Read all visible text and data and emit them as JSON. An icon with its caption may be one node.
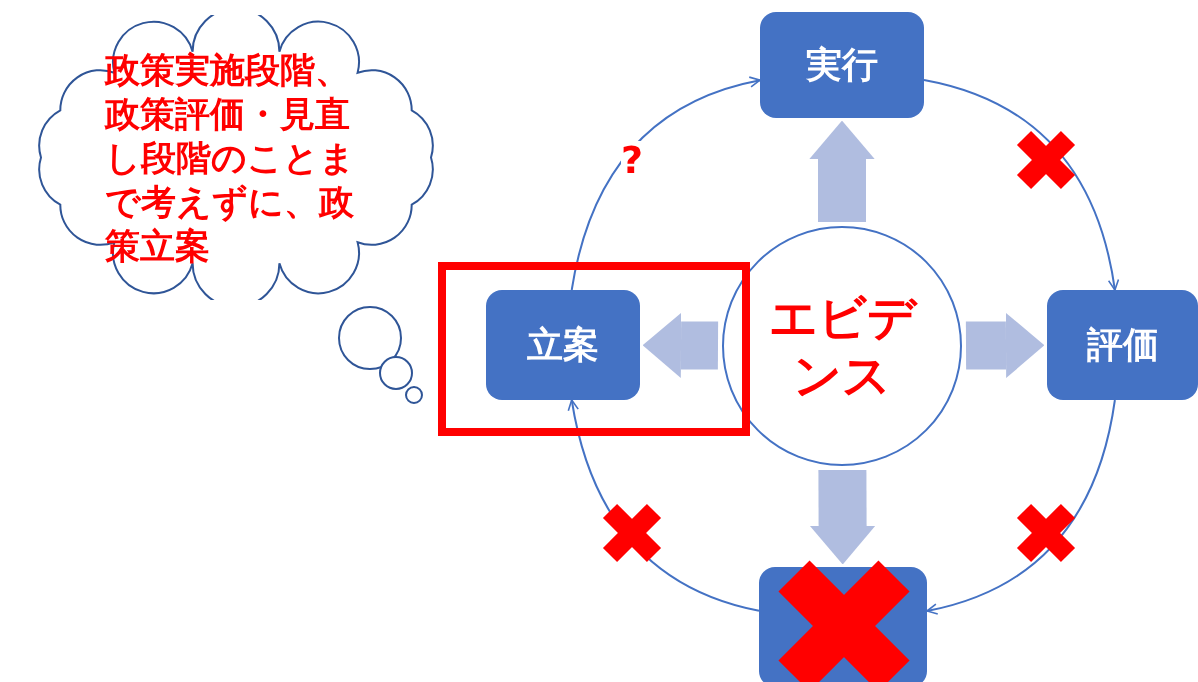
{
  "diagram": {
    "nodes": [
      {
        "text": [
          "政策実施段階、政策評価・見直し段階のことまで考えずに、政策立案"
        ]
      },
      {
        "text": [
          "実行"
        ]
      },
      {
        "text": [
          "評価"
        ]
      },
      {
        "text": [],
        "shape": "box"
      },
      {
        "text": [
          "立案"
        ]
      },
      {
        "text": [
          "エビデンス"
        ]
      }
    ],
    "edges": [
      {
        "from": 4,
        "to": 1,
        "arrow": "to",
        "label": "?"
      },
      {
        "from": 1,
        "to": 2,
        "arrow": "to"
      },
      {
        "from": 2,
        "to": 3,
        "arrow": "to"
      },
      {
        "from": 3,
        "to": 4,
        "arrow": "to"
      },
      {
        "from": 5,
        "to": 1,
        "arrow": "to",
        "style": "thick",
        "color": "#b0bde0"
      },
      {
        "from": 5,
        "to": 2,
        "arrow": "to",
        "style": "thick",
        "color": "#b0bde0"
      },
      {
        "from": 5,
        "to": 3,
        "arrow": "to",
        "style": "thick",
        "color": "#b0bde0"
      },
      {
        "from": 5,
        "to": 4,
        "arrow": "to",
        "style": "thick",
        "color": "#b0bde0"
      }
    ]
  }
}
